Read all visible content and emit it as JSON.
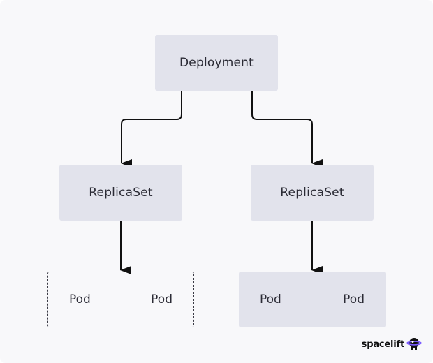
{
  "nodes": {
    "deployment": "Deployment",
    "replicaset_left": "ReplicaSet",
    "replicaset_right": "ReplicaSet"
  },
  "pods_left": [
    "Pod",
    "Pod"
  ],
  "pods_right": [
    "Pod",
    "Pod"
  ],
  "brand": {
    "name": "spacelift",
    "accent": "#7b5cff"
  },
  "colors": {
    "node_fill": "#e2e3ec",
    "line": "#111111",
    "background": "#f8f8fa"
  }
}
